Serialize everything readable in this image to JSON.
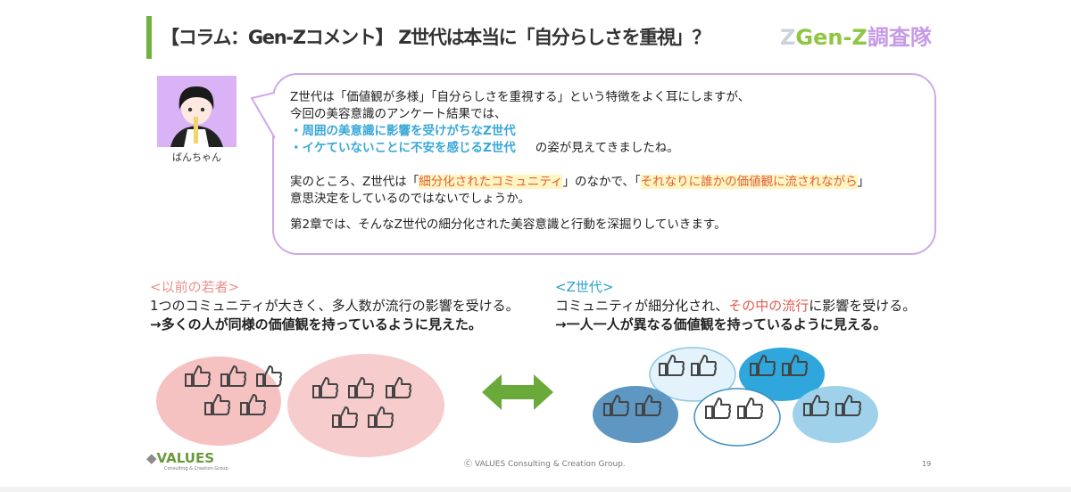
{
  "header": {
    "title": "【コラム：Gen-Zコメント】 Z世代は本当に「自分らしさを重視」？",
    "logo": {
      "z": "Z",
      "gen": "Gen-Z",
      "ja": "調査隊"
    }
  },
  "speaker": {
    "name": "ばんちゃん"
  },
  "bubble": {
    "line1": "Z世代は「価値観が多様」「自分らしさを重視する」という特徴をよく耳にしますが、",
    "line2": "今回の美容意識のアンケート結果では、",
    "bullet1": "・周囲の美意識に影響を受けがちなZ世代",
    "bullet2": "・イケていないことに不安を感じるZ世代",
    "bullet2_tail": "の姿が見えてきましたね。",
    "p2_a": "実のところ、Z世代は「",
    "p2_hl1": "細分化されたコミュニティ",
    "p2_b": "」のなかで、「",
    "p2_hl2": "それなりに誰かの価値観に流されながら",
    "p2_c": "」",
    "p2_line2": "意思決定をしているのではないでしょうか。",
    "p3": "第2章では、そんなZ世代の細分化された美容意識と行動を深掘りしていきます。"
  },
  "past": {
    "heading": "<以前の若者>",
    "line1": "1つのコミュニティが大きく、多人数が流行の影響を受ける。",
    "line2": "→多くの人が同様の価値観を持っているように見えた。"
  },
  "genz": {
    "heading": "<Z世代>",
    "line1_a": "コミュニティが細分化され、",
    "line1_hl": "その中の流行",
    "line1_b": "に影響を受ける。",
    "line2": "→一人一人が異なる価値観を持っているように見える。"
  },
  "footer": {
    "company": "VALUES",
    "company_sub": "Consulting & Creation Group",
    "copyright": "Ⓒ VALUES Consulting & Creation Group.",
    "page": "19"
  },
  "colors": {
    "accent": "#6fb33f",
    "pink": "#f5c6c6",
    "arrow": "#6aaa3a",
    "bubble_border": "#cfa9e8"
  }
}
